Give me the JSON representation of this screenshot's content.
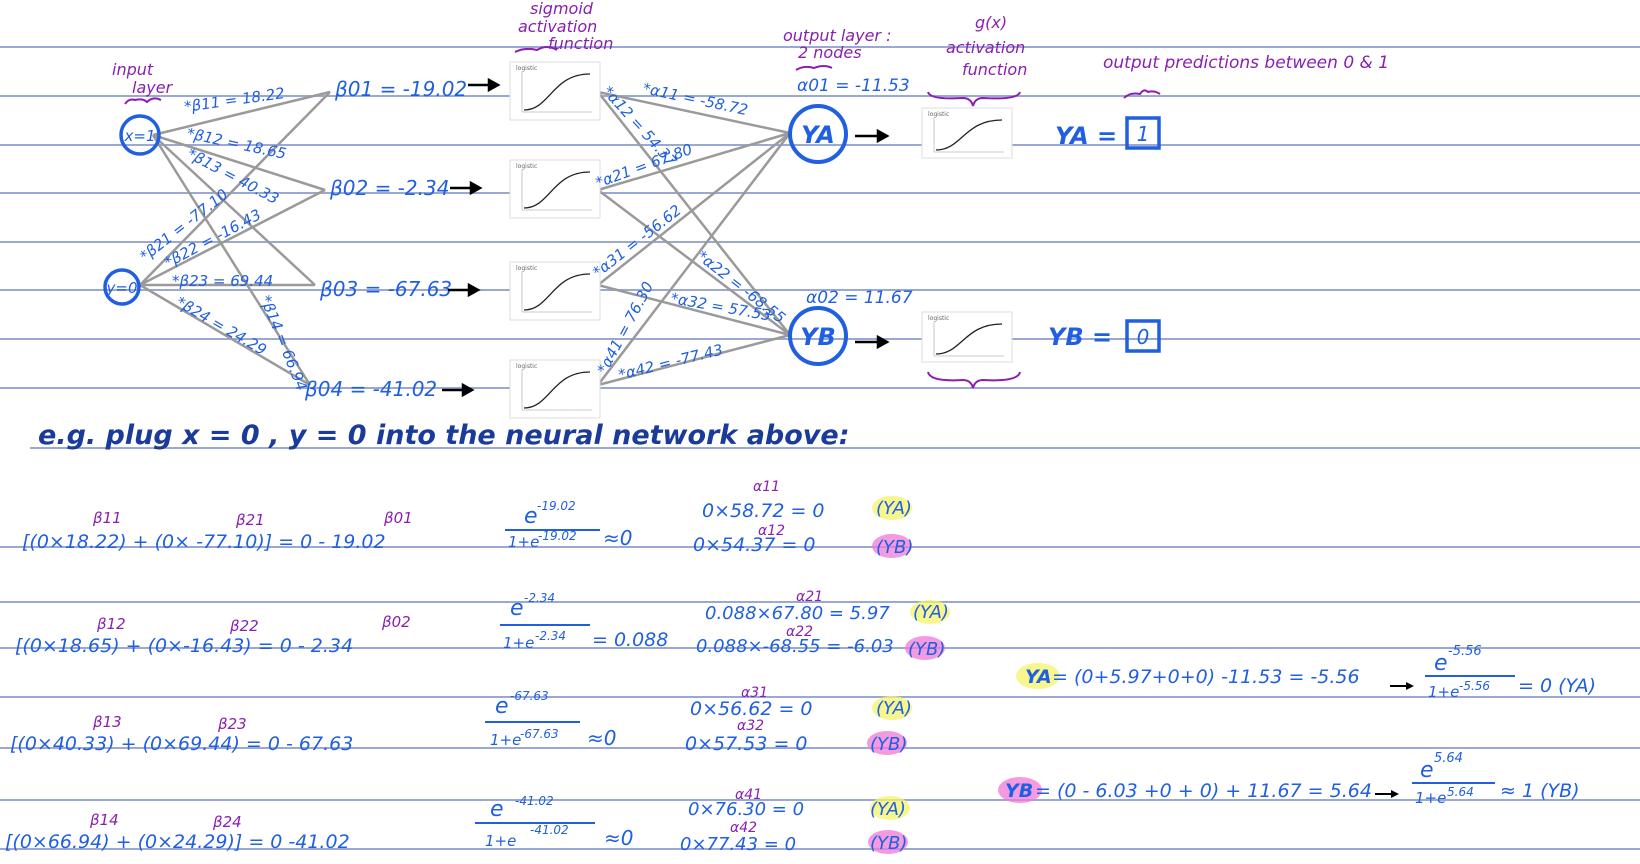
{
  "colors": {
    "ink_blue": "#1f5fe0",
    "ink_purple": "#8a1fb0",
    "ink_navy": "#1b3b9a",
    "rule_line": "#9aa8d6",
    "network_edge": "#9a9a9a",
    "hl_yellow": "#f6f36a",
    "hl_pink": "#f07ad8"
  },
  "annotations": {
    "input_layer": [
      "input",
      "layer"
    ],
    "sigmoid": [
      "sigmoid",
      "activation",
      "function"
    ],
    "output_layer": [
      "output layer :",
      "2 nodes"
    ],
    "gx": [
      "g(x)",
      "activation",
      "function"
    ],
    "predictions": "output predictions between 0 & 1"
  },
  "network": {
    "inputs": [
      "x=1",
      "y=0"
    ],
    "betas": [
      "*β11 = 18.22",
      "*β12 = 18.65",
      "*β13 = 40.33",
      "*β14 = 66.94",
      "*β21 = -77.10",
      "*β22 = -16.43",
      "*β23 = 69.44",
      "*β24 = 24.29"
    ],
    "hidden_biases": [
      "β01 = -19.02",
      "β02 = -2.34",
      "β03 = -67.63",
      "β04 = -41.02"
    ],
    "sigmoid_plot_title": "logistic",
    "alphas": [
      "*α11 = -58.72",
      "*α12 = 54.37",
      "*α21 = 67.80",
      "*α22 = -68.55",
      "*α31 = -56.62",
      "*α32 = 57.53",
      "*α41 = 76.30",
      "*α42 = -77.43"
    ],
    "output_biases": [
      "α01 = -11.53",
      "α02 = 11.67"
    ],
    "outputs": [
      "YA",
      "YB"
    ],
    "predictions": [
      {
        "label": "YA =",
        "value": "1"
      },
      {
        "label": "YB =",
        "value": "0"
      }
    ]
  },
  "example": {
    "heading": "e.g. plug x = 0 , y = 0  into the neural network above:",
    "rows": [
      {
        "b1": "β11",
        "b2": "β21",
        "b0": "β01",
        "expr": "[(0×18.22) + (0× -77.10)] = 0 - 19.02",
        "num": "e",
        "numexp": "-19.02",
        "den": "1+e",
        "denexp": "-19.02",
        "res": "≈0",
        "a1": "α11",
        "a1_line": "0×58.72 = 0",
        "a2": "α12",
        "a2_line": "0×54.37 = 0"
      },
      {
        "b1": "β12",
        "b2": "β22",
        "b0": "β02",
        "expr": "[(0×18.65) + (0×-16.43) = 0 - 2.34",
        "num": "e",
        "numexp": "-2.34",
        "den": "1+e",
        "denexp": "-2.34",
        "res": "= 0.088",
        "a1": "α21",
        "a1_line": "0.088×67.80 = 5.97",
        "a2": "α22",
        "a2_line": "0.088×-68.55 = -6.03"
      },
      {
        "b1": "β13",
        "b2": "β23",
        "b0": "",
        "expr": "[(0×40.33) + (0×69.44) = 0 - 67.63",
        "num": "e",
        "numexp": "-67.63",
        "den": "1+e",
        "denexp": "-67.63",
        "res": "≈0",
        "a1": "α31",
        "a1_line": "0×56.62 =  0",
        "a2": "α32",
        "a2_line": "0×57.53 =  0"
      },
      {
        "b1": "β14",
        "b2": "β24",
        "b0": "",
        "expr": "[(0×66.94) + (0×24.29)] = 0 -41.02",
        "num": "e",
        "numexp": "-41.02",
        "den": "1+e",
        "denexp": "-41.02",
        "res": "≈0",
        "a1": "α41",
        "a1_line": "0×76.30 = 0",
        "a2": "α42",
        "a2_line": "0×77.43 = 0"
      }
    ],
    "tags": {
      "ya": "(YA)",
      "yb": "(YB)"
    },
    "final": [
      {
        "label": "YA",
        "expr": "= (0+5.97+0+0) -11.53 = -5.56",
        "num": "e",
        "numexp": "-5.56",
        "den": "1+e",
        "denexp": "-5.56",
        "res": "=  0  (YA)"
      },
      {
        "label": "YB",
        "expr": "= (0 - 6.03 +0 + 0) + 11.67 = 5.64",
        "num": "e",
        "numexp": "5.64",
        "den": "1+e",
        "denexp": "5.64",
        "res": "≈ 1   (YB)"
      }
    ]
  }
}
